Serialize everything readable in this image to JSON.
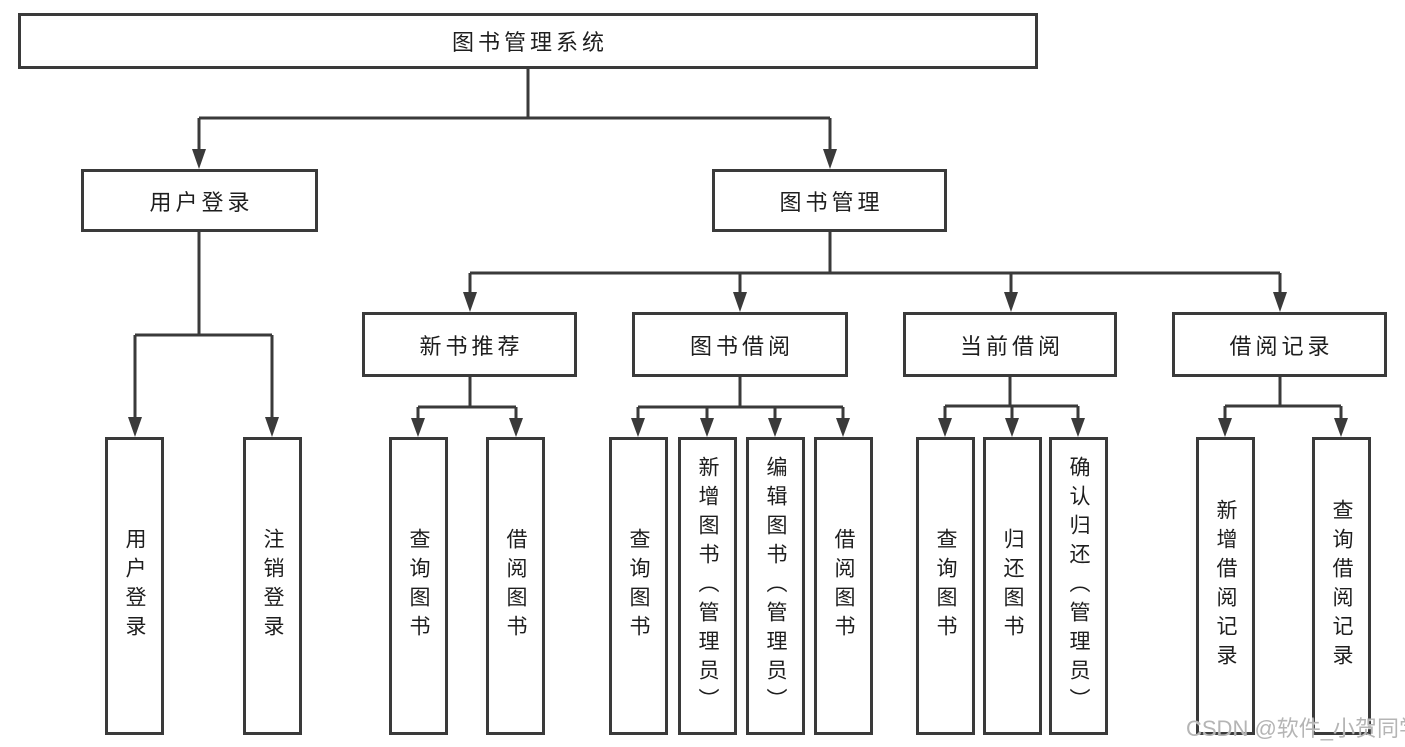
{
  "diagram": {
    "root": {
      "label": "图书管理系统"
    },
    "level2": [
      {
        "label": "用户登录",
        "children": [
          {
            "label": "用户登录"
          },
          {
            "label": "注销登录"
          }
        ]
      },
      {
        "label": "图书管理",
        "children": [
          {
            "label": "新书推荐",
            "children": [
              {
                "label": "查询图书"
              },
              {
                "label": "借阅图书"
              }
            ]
          },
          {
            "label": "图书借阅",
            "children": [
              {
                "label": "查询图书"
              },
              {
                "label": "新增图书（管理员）"
              },
              {
                "label": "编辑图书（管理员）"
              },
              {
                "label": "借阅图书"
              }
            ]
          },
          {
            "label": "当前借阅",
            "children": [
              {
                "label": "查询图书"
              },
              {
                "label": "归还图书"
              },
              {
                "label": "确认归还（管理员）"
              }
            ]
          },
          {
            "label": "借阅记录",
            "children": [
              {
                "label": "新增借阅记录"
              },
              {
                "label": "查询借阅记录"
              }
            ]
          }
        ]
      }
    ]
  },
  "watermark": {
    "text": "CSDN @软件_小贺同学"
  },
  "colors": {
    "line": "#3a3a3a",
    "text": "#1e1e1e",
    "watermark": "#b5b5b5",
    "background": "#ffffff"
  }
}
